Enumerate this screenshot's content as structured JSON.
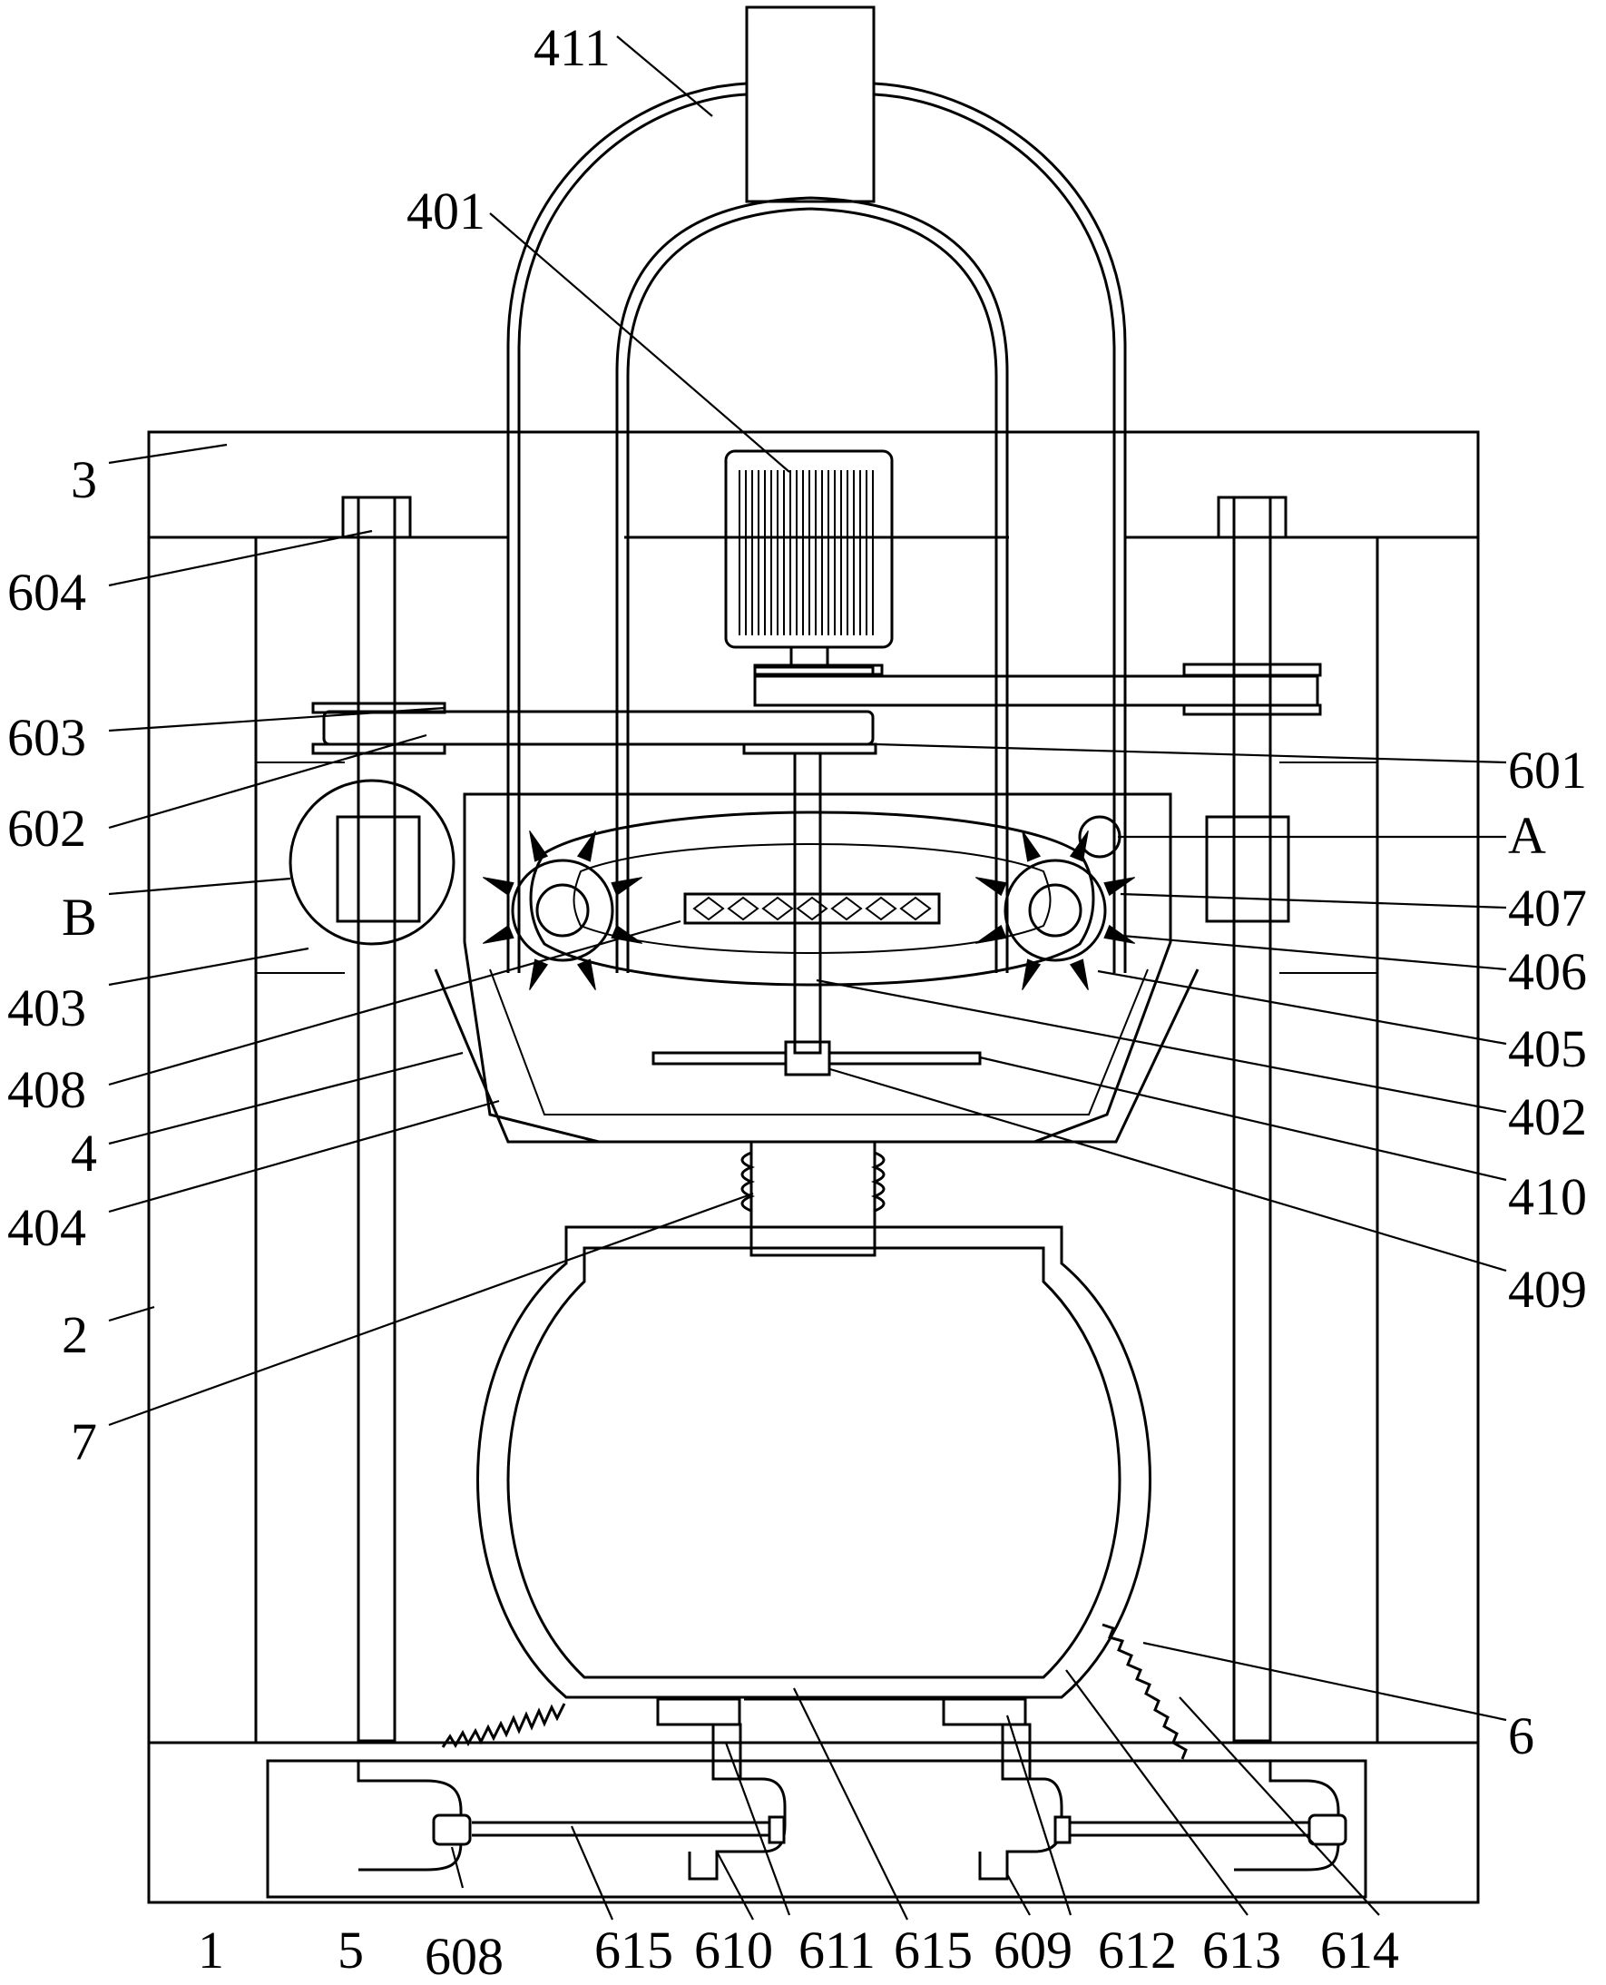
{
  "labels": {
    "l411": "411",
    "l401": "401",
    "l3": "3",
    "l604": "604",
    "l603": "603",
    "l602": "602",
    "l601": "601",
    "lA": "A",
    "lB": "B",
    "l407": "407",
    "l406": "406",
    "l403": "403",
    "l405": "405",
    "l408": "408",
    "l402": "402",
    "l4": "4",
    "l410": "410",
    "l404": "404",
    "l409": "409",
    "l7": "7",
    "l2": "2",
    "l6": "6",
    "l1": "1",
    "l5": "5",
    "l608": "608",
    "l615a": "615",
    "l610": "610",
    "l611": "611",
    "l615b": "615",
    "l609": "609",
    "l612": "612",
    "l613": "613",
    "l614": "614"
  }
}
